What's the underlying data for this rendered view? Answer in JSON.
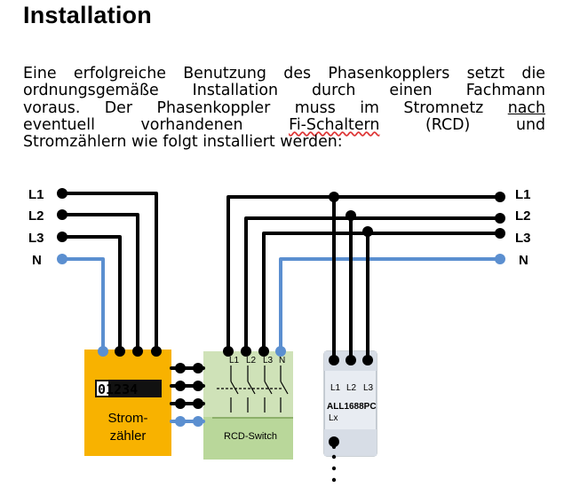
{
  "document": {
    "title": "Installation",
    "paragraph": {
      "line1": "Eine erfolgreiche Benutzung des Phasenkopplers setzt die",
      "line2": "ordnungsgemäße Installation durch einen Fachmann",
      "line3_pre": "voraus. Der Phasenkoppler muss im Stromnetz",
      "line3_u": "nach",
      "line4_a": "eventuell",
      "line4_b": "vorhandenen",
      "line4_c": "Fi-Schaltern",
      "line4_d": "(RCD)",
      "line4_e": "und",
      "line5": "Stromzählern wie folgt installiert werden:"
    }
  },
  "diagram": {
    "left_labels": [
      "L1",
      "L2",
      "L3",
      "N"
    ],
    "right_labels": [
      "L1",
      "L2",
      "L3",
      "N"
    ],
    "meter": {
      "digits": "01234",
      "label_line1": "Strom-",
      "label_line2": "zähler"
    },
    "rcd": {
      "label": "RCD-Switch",
      "terminal_labels": [
        "L1",
        "L2",
        "L3",
        "N"
      ]
    },
    "coupler": {
      "terminal_labels": [
        "L1",
        "L2",
        "L3"
      ],
      "model": "ALL1688PC",
      "sub": "Lx"
    },
    "colors": {
      "phase": "#000000",
      "neutral": "#5b8fd0",
      "meter": "#f8b200",
      "rcd": "#b9d79a",
      "coupler": "#e8ecf2"
    }
  }
}
